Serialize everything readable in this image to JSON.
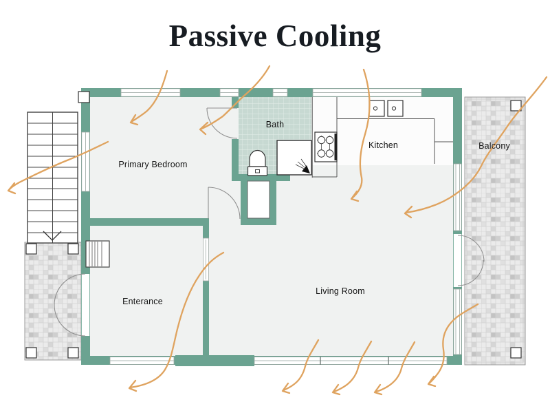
{
  "title": "Passive Cooling",
  "rooms": {
    "primary_bedroom": "Primary Bedroom",
    "bath": "Bath",
    "kitchen": "Kitchen",
    "balcony": "Balcony",
    "entrance": "Enterance",
    "living_room": "Living Room"
  },
  "colors": {
    "wall": "#6ba391",
    "arrow": "#dfa35f",
    "bath_tile": "#c7d9d2",
    "floor": "#f0f2f1",
    "outdoor_tile": "#ebebeb",
    "title_text": "#171c22",
    "label_text": "#141414"
  },
  "airflow": {
    "arrow_count": 10,
    "arrow_names": [
      "arrow-top-window-into-bedroom",
      "arrow-bedroom-out-left-window",
      "arrow-bath-window-through-bath-door",
      "arrow-kitchen-window-into-living",
      "arrow-balcony-upper-window-into-living",
      "arrow-living-through-entrance-out-bottom",
      "arrow-living-out-bottom-window-1",
      "arrow-living-out-bottom-window-2",
      "arrow-living-out-bottom-window-3",
      "arrow-balcony-lower-window-out-bottom"
    ]
  }
}
